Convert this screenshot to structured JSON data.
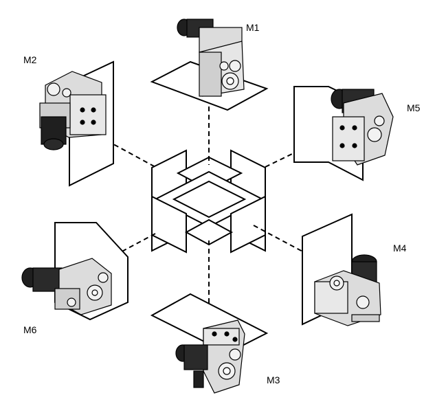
{
  "labels": {
    "m1": "M1",
    "m2": "M2",
    "m3": "M3",
    "m4": "M4",
    "m5": "M5",
    "m6": "M6"
  },
  "colors": {
    "line": "#000000",
    "motor_dark": "#1f1f1f",
    "housing_light": "#d9d9d9",
    "background": "#ffffff"
  }
}
